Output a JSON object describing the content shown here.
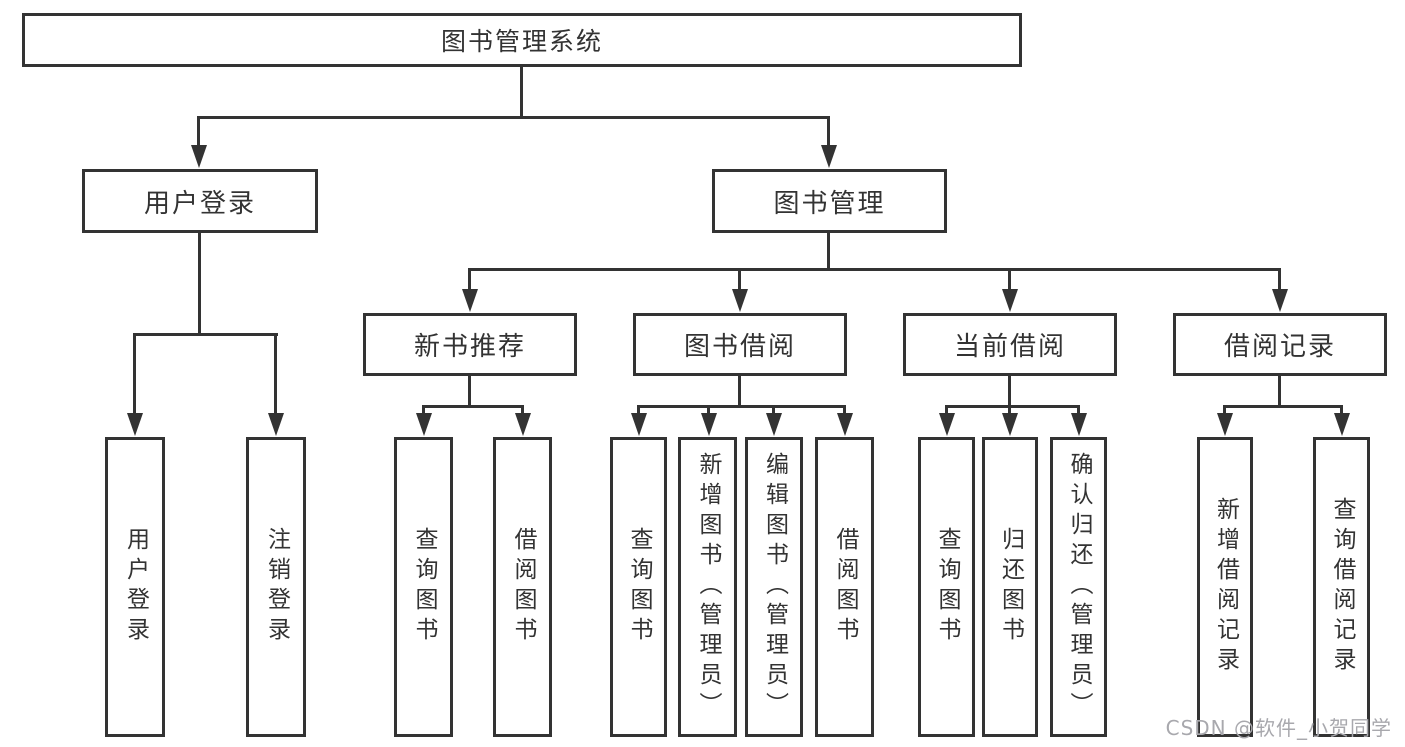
{
  "tree": {
    "root": {
      "label": "图书管理系统"
    },
    "branches": [
      {
        "label": "用户登录",
        "children": [
          "用户登录",
          "注销登录"
        ]
      },
      {
        "label": "图书管理",
        "groups": [
          {
            "label": "新书推荐",
            "children": [
              "查询图书",
              "借阅图书"
            ]
          },
          {
            "label": "图书借阅",
            "children": [
              "查询图书",
              "新增图书（管理员）",
              "编辑图书（管理员）",
              "借阅图书"
            ]
          },
          {
            "label": "当前借阅",
            "children": [
              "查询图书",
              "归还图书",
              "确认归还（管理员）"
            ]
          },
          {
            "label": "借阅记录",
            "children": [
              "新增借阅记录",
              "查询借阅记录"
            ]
          }
        ]
      }
    ]
  },
  "watermark": {
    "text": "CSDN @软件_小贺同学"
  },
  "colors": {
    "line": "#333333",
    "text": "#333333",
    "background": "#ffffff",
    "watermark": "#a8a8ad"
  }
}
